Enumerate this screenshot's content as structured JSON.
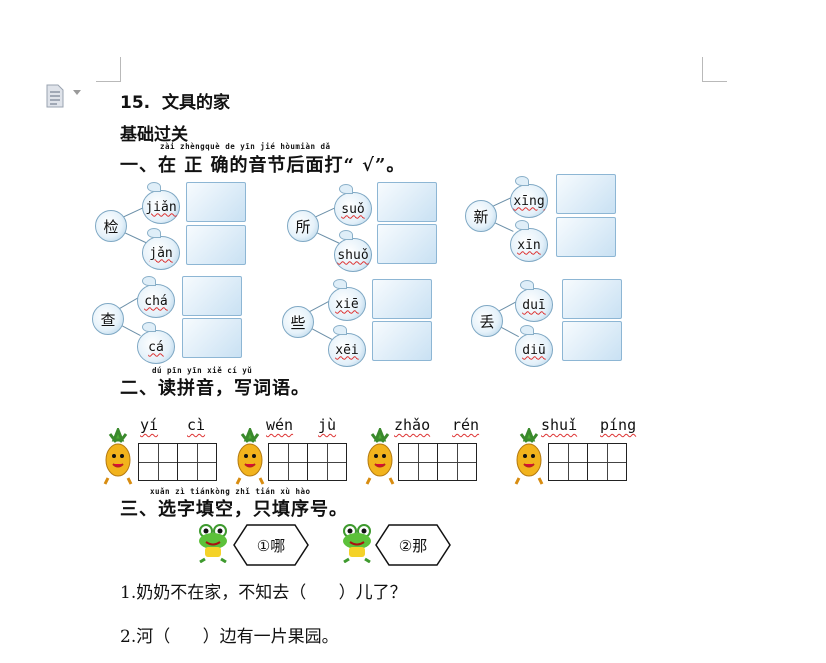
{
  "lesson": {
    "number": "15.",
    "title": "文具的家"
  },
  "section_label": "基础过关",
  "part1": {
    "heading": "一、在 正 确的音节后面打“ √”。",
    "ruby": "zài zhèngquè de yīn jié hòumiàn dǎ",
    "groups": [
      {
        "char": "检",
        "options": [
          "jiǎn",
          "jǎn"
        ]
      },
      {
        "char": "所",
        "options": [
          "suǒ",
          "shuǒ"
        ]
      },
      {
        "char": "新",
        "options": [
          "xīng",
          "xīn"
        ]
      },
      {
        "char": "查",
        "options": [
          "chá",
          "cá"
        ]
      },
      {
        "char": "些",
        "options": [
          "xiē",
          "xēi"
        ]
      },
      {
        "char": "丢",
        "options": [
          "duī",
          "diū"
        ]
      }
    ]
  },
  "part2": {
    "heading": "二、读拼音，写词语。",
    "ruby": "dú pīn yīn   xiě cí  yǔ",
    "words": [
      {
        "syllables": [
          "yí",
          "cì"
        ]
      },
      {
        "syllables": [
          "wén",
          "jù"
        ]
      },
      {
        "syllables": [
          "zhǎo",
          "rén"
        ]
      },
      {
        "syllables": [
          "shuǐ",
          "píng"
        ]
      }
    ]
  },
  "part3": {
    "heading": "三、选字填空，只填序号。",
    "ruby": "xuǎn zì tiánkòng  zhǐ tián xù hào",
    "choices": [
      "①哪",
      "②那"
    ],
    "questions": [
      "1.奶奶不在家，不知去（      ）儿了？",
      "2.河（      ）边有一片果园。"
    ]
  }
}
